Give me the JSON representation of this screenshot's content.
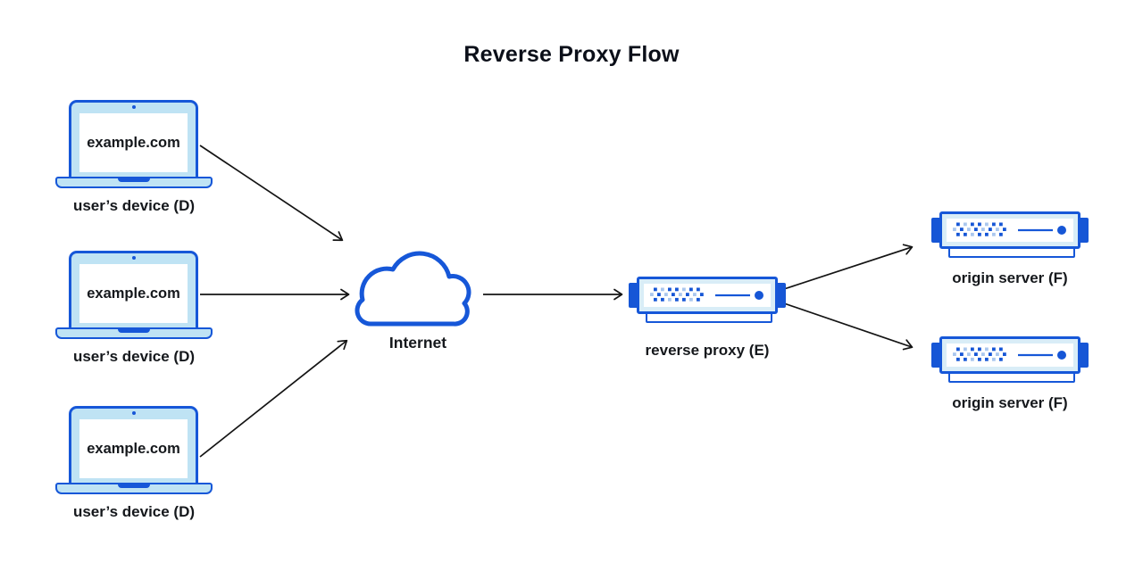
{
  "title": "Reverse Proxy Flow",
  "colors": {
    "outline_blue": "#1657d8",
    "laptop_fill": "#bfe3f4",
    "server_fill": "#d9edf7",
    "dot_dark": "#1656d6",
    "dot_light": "#aac7ee",
    "arrow": "#141414",
    "text": "#15181c"
  },
  "nodes": {
    "devices": [
      {
        "screen_text": "example.com",
        "label": "user’s device (D)"
      },
      {
        "screen_text": "example.com",
        "label": "user’s device (D)"
      },
      {
        "screen_text": "example.com",
        "label": "user’s device (D)"
      }
    ],
    "internet": {
      "label": "Internet"
    },
    "reverse_proxy": {
      "label": "reverse proxy (E)"
    },
    "origin_servers": [
      {
        "label": "origin server (F)"
      },
      {
        "label": "origin server (F)"
      }
    ]
  },
  "edges": [
    {
      "from": "user-device-1",
      "to": "internet"
    },
    {
      "from": "user-device-2",
      "to": "internet"
    },
    {
      "from": "user-device-3",
      "to": "internet"
    },
    {
      "from": "internet",
      "to": "reverse-proxy"
    },
    {
      "from": "reverse-proxy",
      "to": "origin-server-1"
    },
    {
      "from": "reverse-proxy",
      "to": "origin-server-2"
    }
  ]
}
